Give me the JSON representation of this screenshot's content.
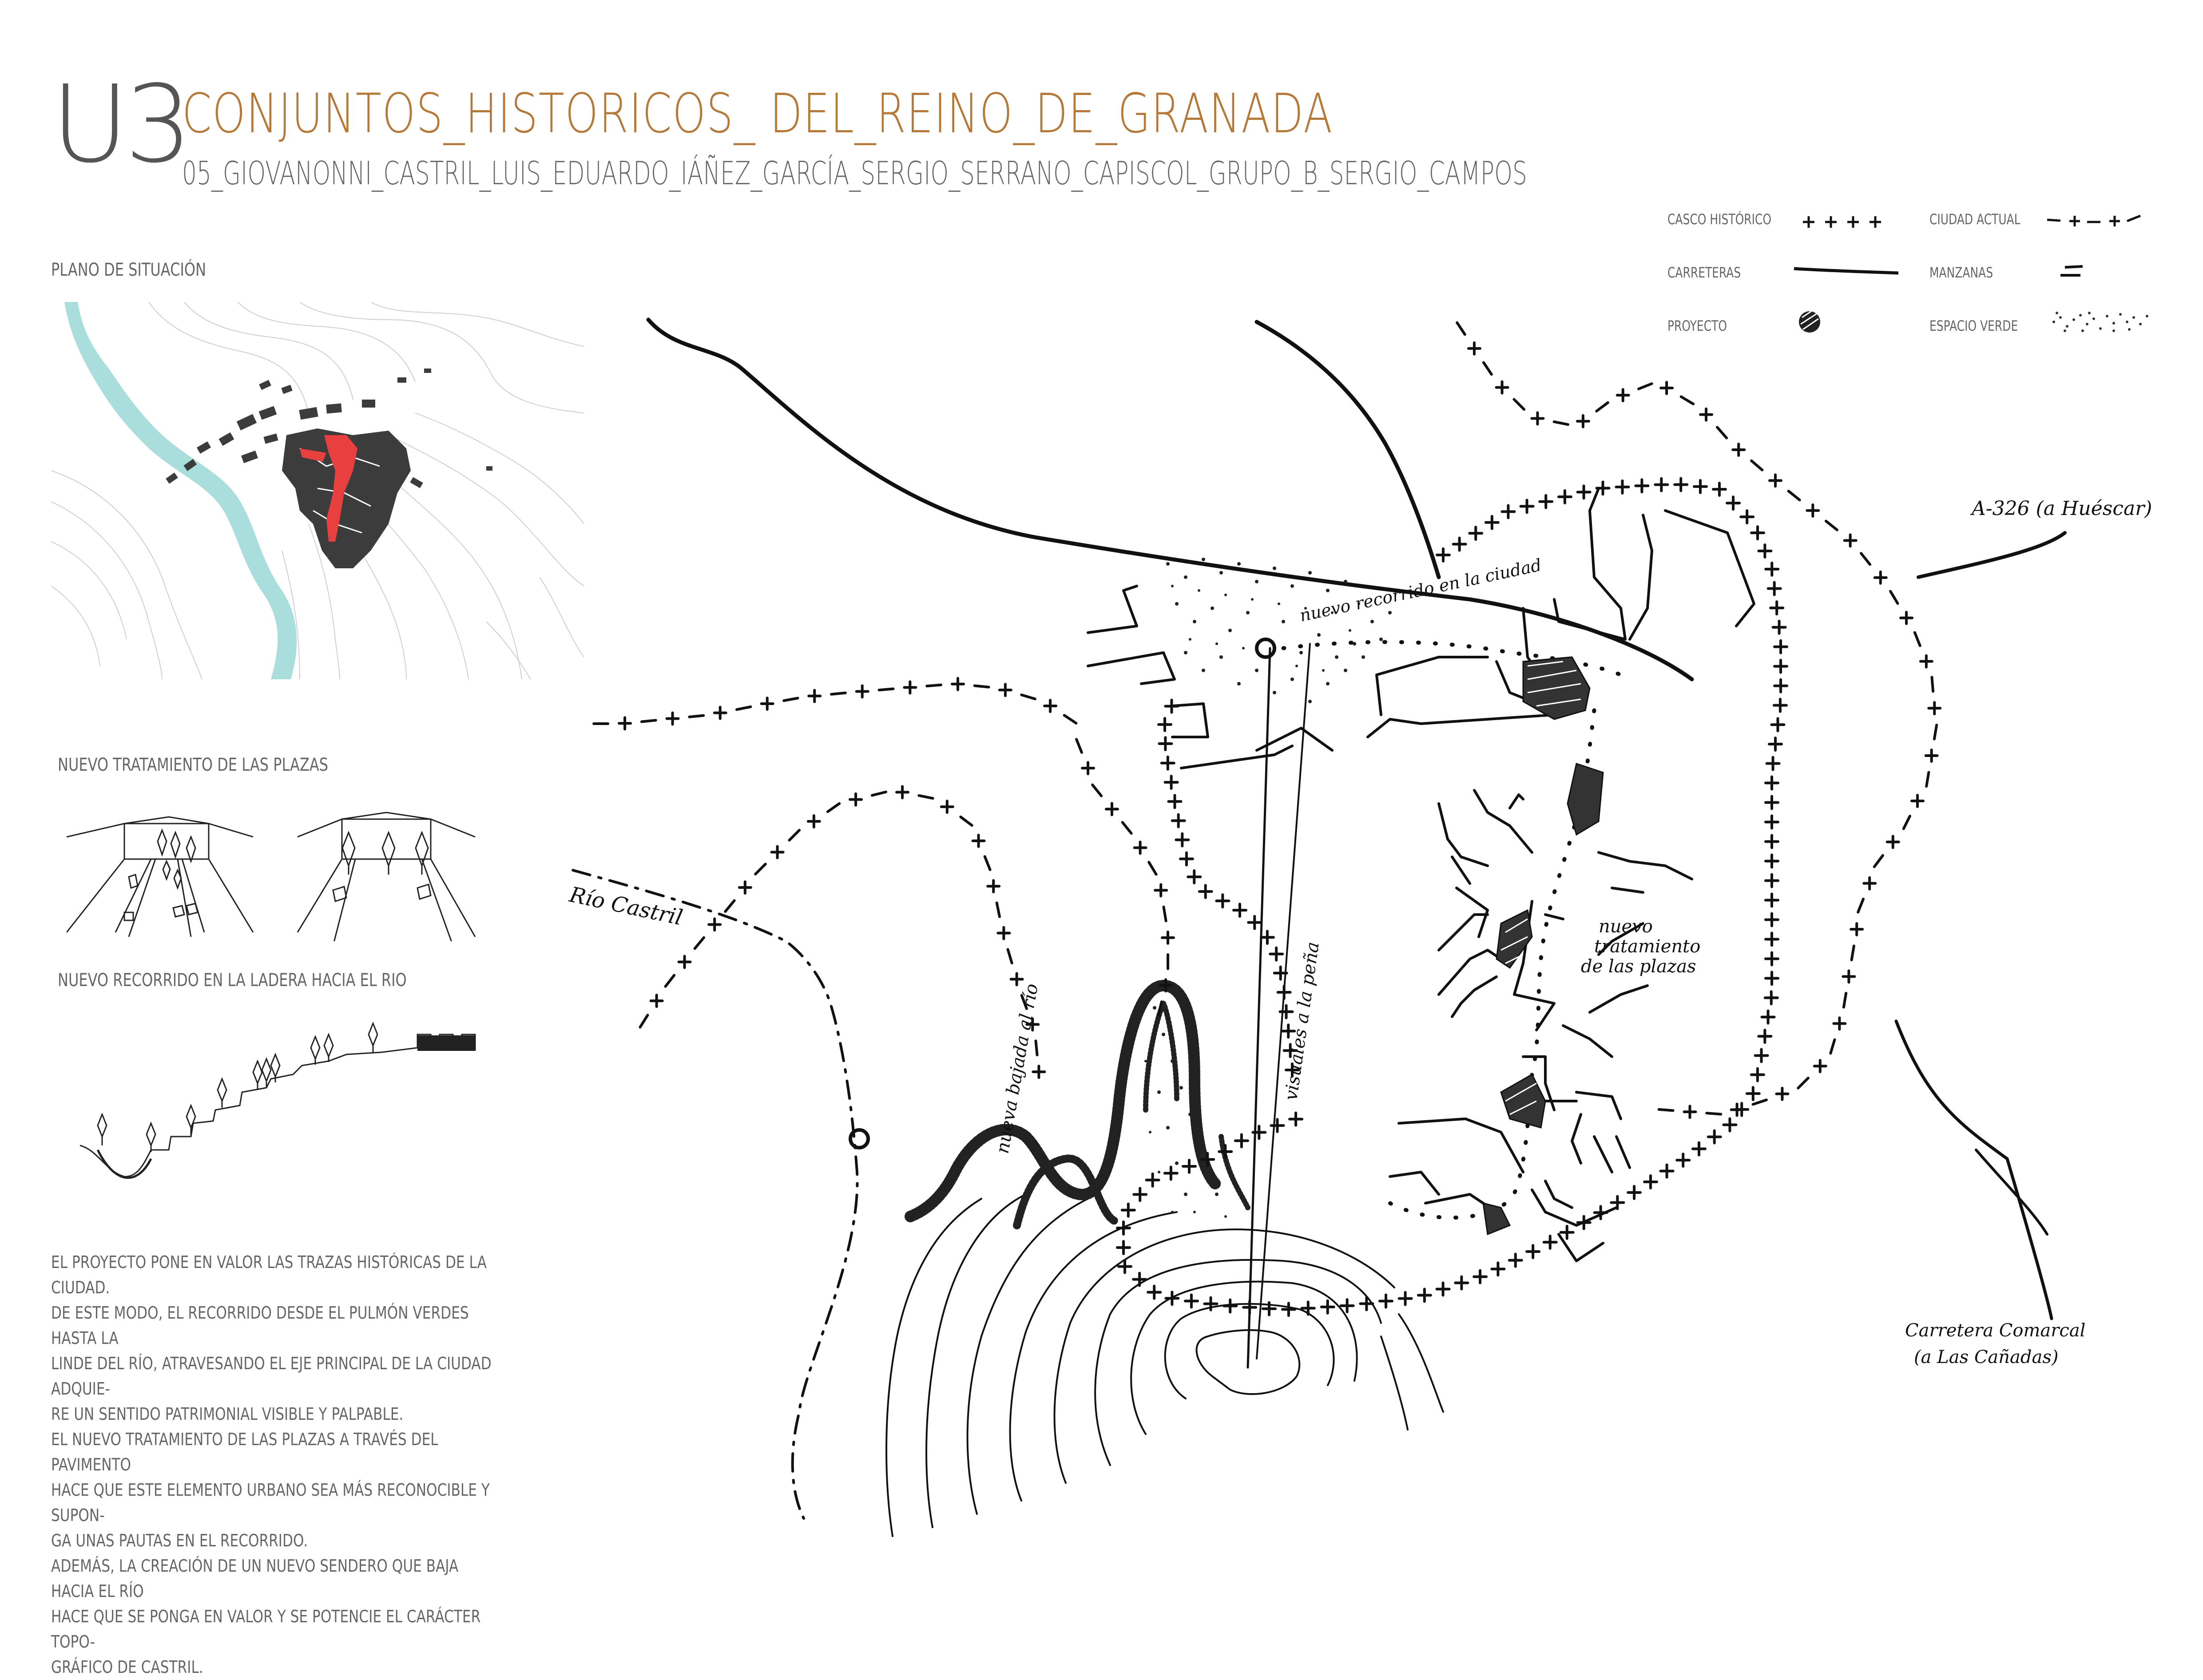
{
  "header": {
    "unit": "U3",
    "title": "CONJUNTOS_HISTORICOS_ DEL_REINO_DE_GRANADA",
    "subtitle": "05_GIOVANONNI_CASTRIL_LUIS_EDUARDO_IÁÑEZ_GARCÍA_SERGIO_SERRANO_CAPISCOL_GRUPO_B_SERGIO_CAMPOS"
  },
  "sections": {
    "situation_plan": "PLANO DE SITUACIÓN",
    "plazas": "NUEVO TRATAMIENTO DE LAS PLAZAS",
    "route": "NUEVO RECORRIDO EN LA LADERA HACIA EL RIO"
  },
  "legend": {
    "casco": "CASCO HISTÓRICO",
    "ciudad": "CIUDAD ACTUAL",
    "carreteras": "CARRETERAS",
    "manzanas": "MANZANAS",
    "proyecto": "PROYECTO",
    "verde": "ESPACIO VERDE"
  },
  "description": "EL PROYECTO PONE EN VALOR LAS TRAZAS HISTÓRICAS DE LA CIUDAD.\nDE ESTE MODO, EL RECORRIDO DESDE EL PULMÓN VERDES HASTA LA\nLINDE DEL RÍO, ATRAVESANDO EL EJE PRINCIPAL DE LA CIUDAD ADQUIE-\nRE UN SENTIDO PATRIMONIAL VISIBLE Y PALPABLE.\nEL NUEVO TRATAMIENTO DE LAS PLAZAS A TRAVÉS DEL PAVIMENTO\nHACE QUE ESTE ELEMENTO URBANO SEA MÁS RECONOCIBLE Y SUPON-\nGA UNAS PAUTAS EN EL RECORRIDO.\nADEMÁS, LA CREACIÓN DE UN NUEVO SENDERO QUE BAJA HACIA EL RÍO\nHACE QUE SE PONGA EN VALOR Y SE POTENCIE EL CARÁCTER TOPO-\nGRÁFICO DE CASTRIL.",
  "map_labels": {
    "a326": "A-326 (a Huéscar)",
    "rio": "Río Castril",
    "recorrido": "nuevo recorrido en la ciudad",
    "tratamiento_1": "nuevo",
    "tratamiento_2": "tratamiento",
    "tratamiento_3": "de las plazas",
    "bajada": "nueva bajada al río",
    "visuales": "visuales a la peña",
    "carretera_1": "Carretera Comarcal",
    "carretera_2": "(a Las Cañadas)"
  },
  "colors": {
    "title": "#b5793a",
    "river": "#a9dedd",
    "highlight": "#e8403e",
    "text": "#666666",
    "ink": "#111111"
  }
}
